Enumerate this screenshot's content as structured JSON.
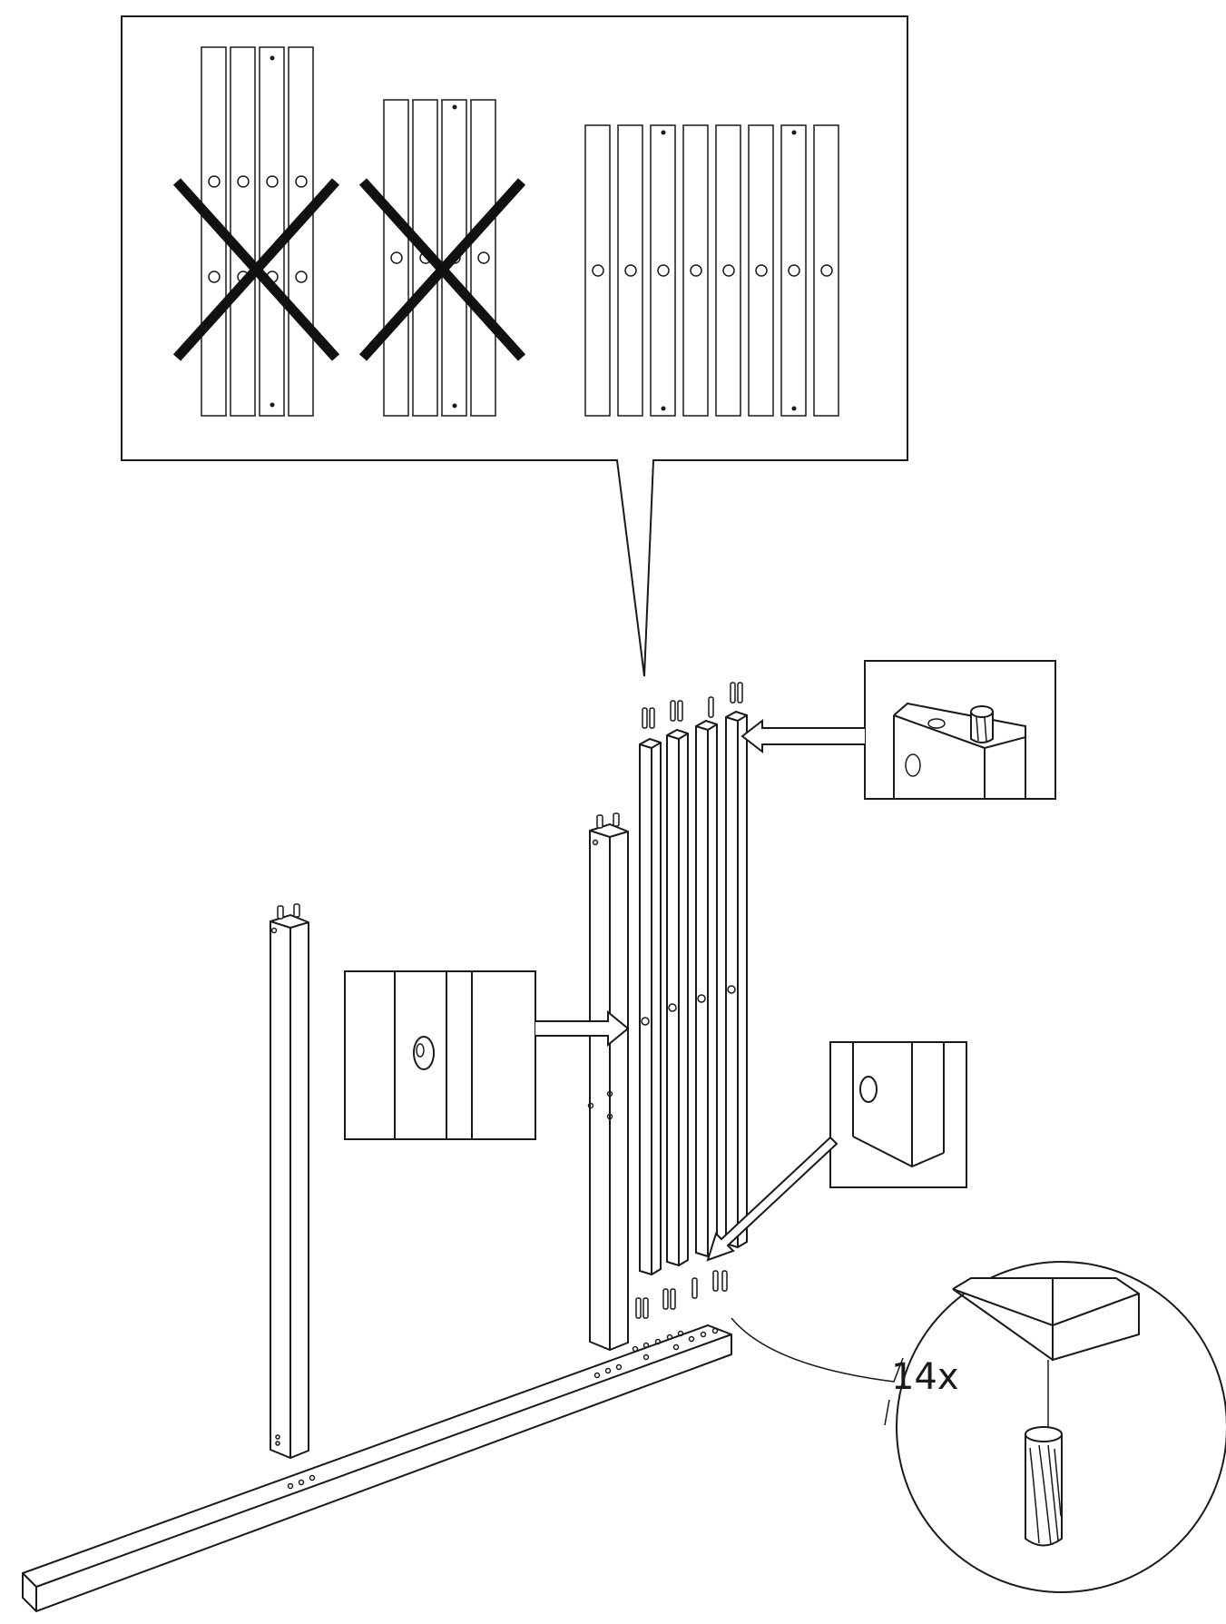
{
  "callout": {
    "quantity": "14x"
  },
  "orientation_guide": {
    "options": [
      {
        "state": "incorrect",
        "slat_count": 4
      },
      {
        "state": "incorrect",
        "slat_count": 4
      },
      {
        "state": "correct",
        "slat_count": 8
      }
    ]
  },
  "parts": {
    "dowel_icon": "wooden-dowel-icon",
    "cross_icon": "incorrect-x-icon"
  },
  "colors": {
    "line": "#1a1a1a",
    "background": "#ffffff"
  }
}
